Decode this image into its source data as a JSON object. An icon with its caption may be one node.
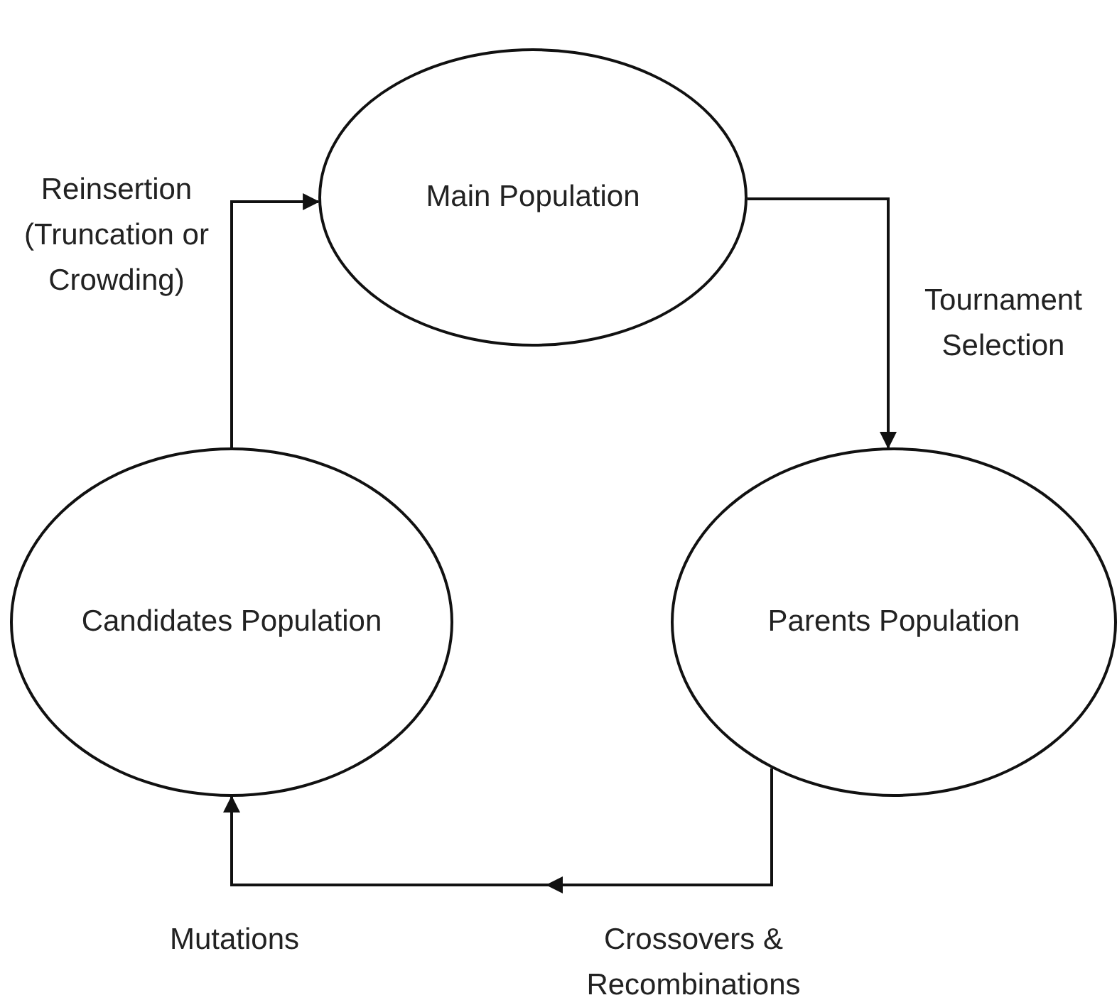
{
  "diagram": {
    "nodes": [
      {
        "text": [
          "Main Population"
        ]
      },
      {
        "text": [
          "Parents Population"
        ]
      },
      {
        "text": [
          "Candidates Population"
        ]
      }
    ],
    "edges": [
      {
        "from": 0,
        "to": 1,
        "arrow": "to",
        "label": "Tournament Selection"
      },
      {
        "from": 1,
        "to": 2,
        "arrow": "to",
        "label": "Crossovers & Recombinations"
      },
      {
        "from": 2,
        "to": 0,
        "arrow": "to",
        "label": "Reinsertion (Truncation or Crowding)"
      }
    ],
    "labels": [
      "Mutations"
    ]
  }
}
